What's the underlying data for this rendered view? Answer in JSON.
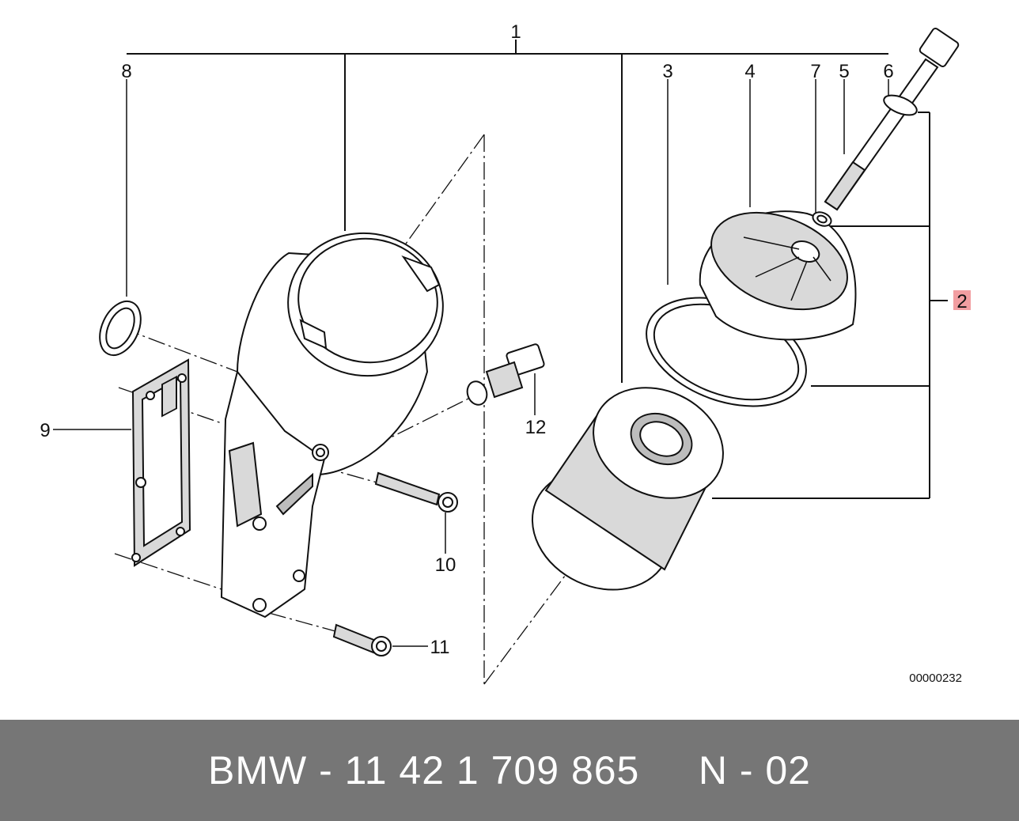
{
  "diagram": {
    "callouts": {
      "c1": "1",
      "c2": "2",
      "c3": "3",
      "c4": "4",
      "c5": "5",
      "c6": "6",
      "c7": "7",
      "c8": "8",
      "c9": "9",
      "c10": "10",
      "c11": "11",
      "c12": "12"
    },
    "highlighted_callout": "2",
    "highlight_color": "#e2292e",
    "reference_code": "00000232"
  },
  "footer": {
    "part_number_text": "BMW - 11 42 1 709 865     N - 02",
    "background_color": "#767676",
    "text_color": "#ffffff"
  }
}
